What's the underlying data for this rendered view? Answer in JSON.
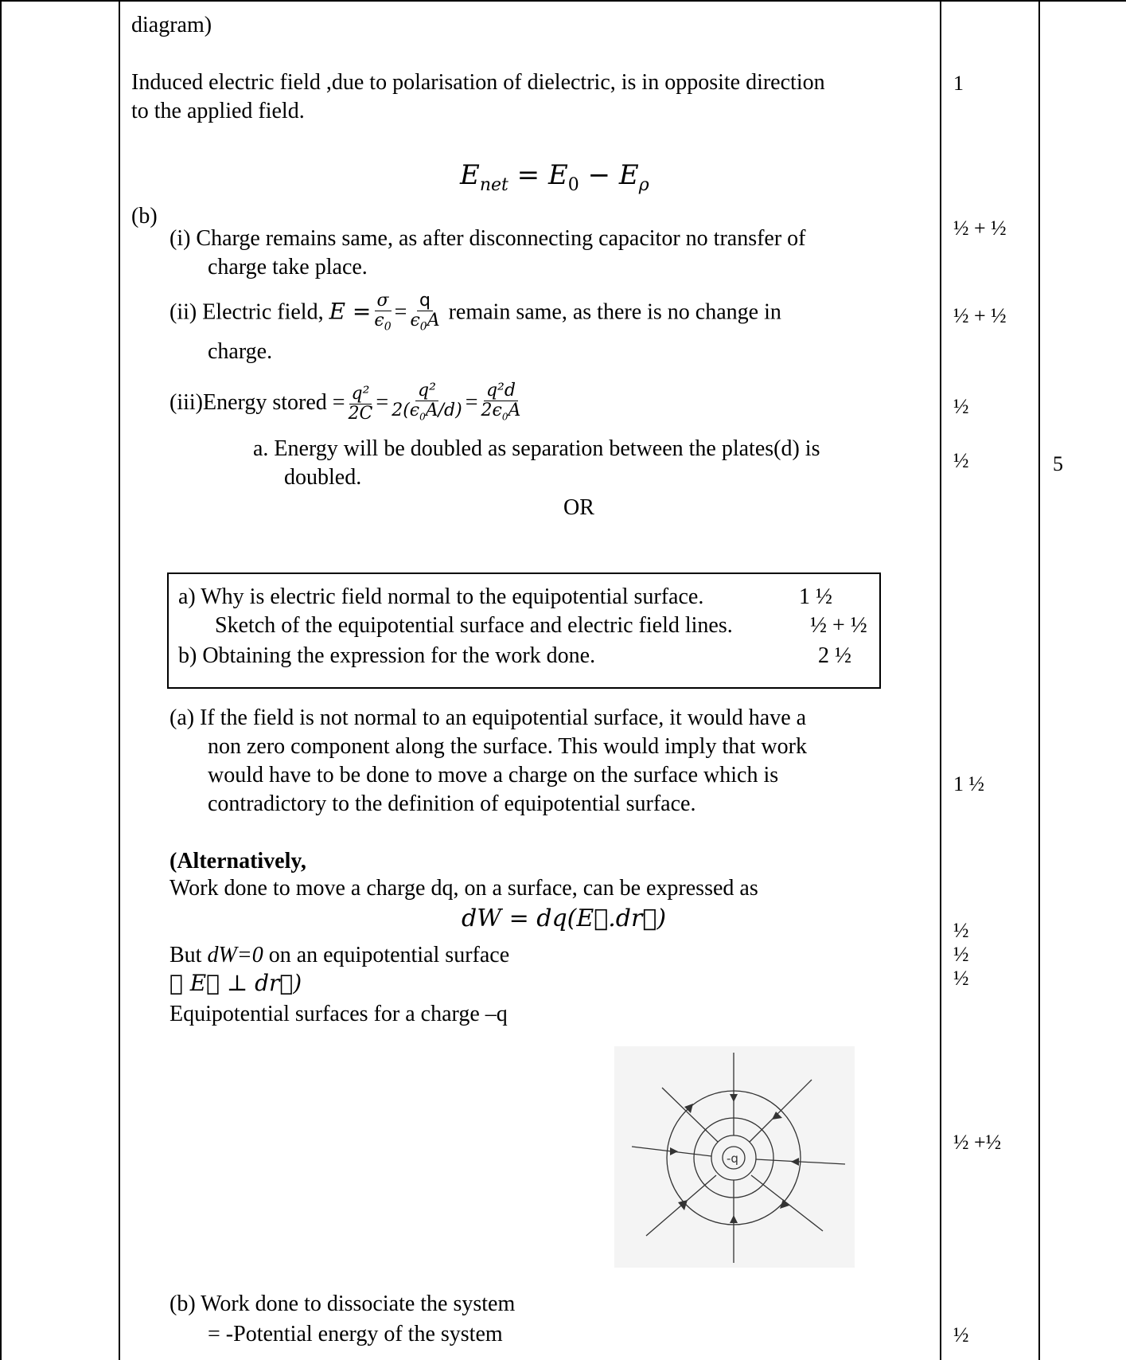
{
  "top_fragment": "diagram)",
  "induced_field_text": "Induced electric field ,due to polarisation of dielectric, is in opposite direction to the applied field.",
  "induced_field_line1": "Induced electric field ,due to polarisation of dielectric, is in opposite direction",
  "induced_field_line2": "to the applied field.",
  "eq_net": "E_net = E_0 − E_ρ",
  "part_b": "(b)",
  "item_i_line1": "(i) Charge remains same, as after disconnecting capacitor no transfer of",
  "item_i_line2": "charge take place.",
  "item_ii_prefix": "(ii) Electric field,",
  "item_ii_suffix": "remain same, as there is no change in",
  "item_ii_line2": "charge.",
  "item_iii_prefix": "(iii)Energy stored",
  "item_a_line1": "a.   Energy will be doubled as separation between the plates(d) is",
  "item_a_line2": "doubled.",
  "or_label": "OR",
  "box": {
    "row1_label": "a)  Why is electric field normal to the equipotential surface.",
    "row1_mark": "1 ½",
    "row2_label": "Sketch of the equipotential surface and electric field lines.",
    "row2_mark": "½ + ½",
    "row3_label": "b)  Obtaining the expression for the work done.",
    "row3_mark": "2 ½"
  },
  "para_a": [
    "(a) If the field is not normal to an equipotential surface, it would have a",
    "non zero component along the surface. This would imply that work",
    "would have to be done to move a charge on the surface  which is",
    "contradictory to the definition of equipotential surface."
  ],
  "alt_heading": "(Alternatively,",
  "alt_line1": "Work done to move a charge dq, on a surface, can be expressed as",
  "eq_dw": "dW = dq(E⃗.dr⃗)",
  "but_line_prefix": "But ",
  "but_line_eq": "dW=0",
  "but_line_suffix": " on an equipotential surface",
  "therefore_line": "∴ E⃗ ⊥ dr⃗)",
  "equip_caption": "Equipotential surfaces for a charge –q",
  "charge_label": "-q",
  "para_b_line1": "(b) Work done to dissociate the system",
  "para_b_line2": "= -Potential energy of the system",
  "marks": {
    "m1": "1",
    "m2": "½ + ½",
    "m3": "½ + ½",
    "m4": "½",
    "m5": "½",
    "m6": "1 ½",
    "m7": "½",
    "m8": "½",
    "m9": "½",
    "m10": "½ +½",
    "m11": "½"
  },
  "total_mark": "5"
}
